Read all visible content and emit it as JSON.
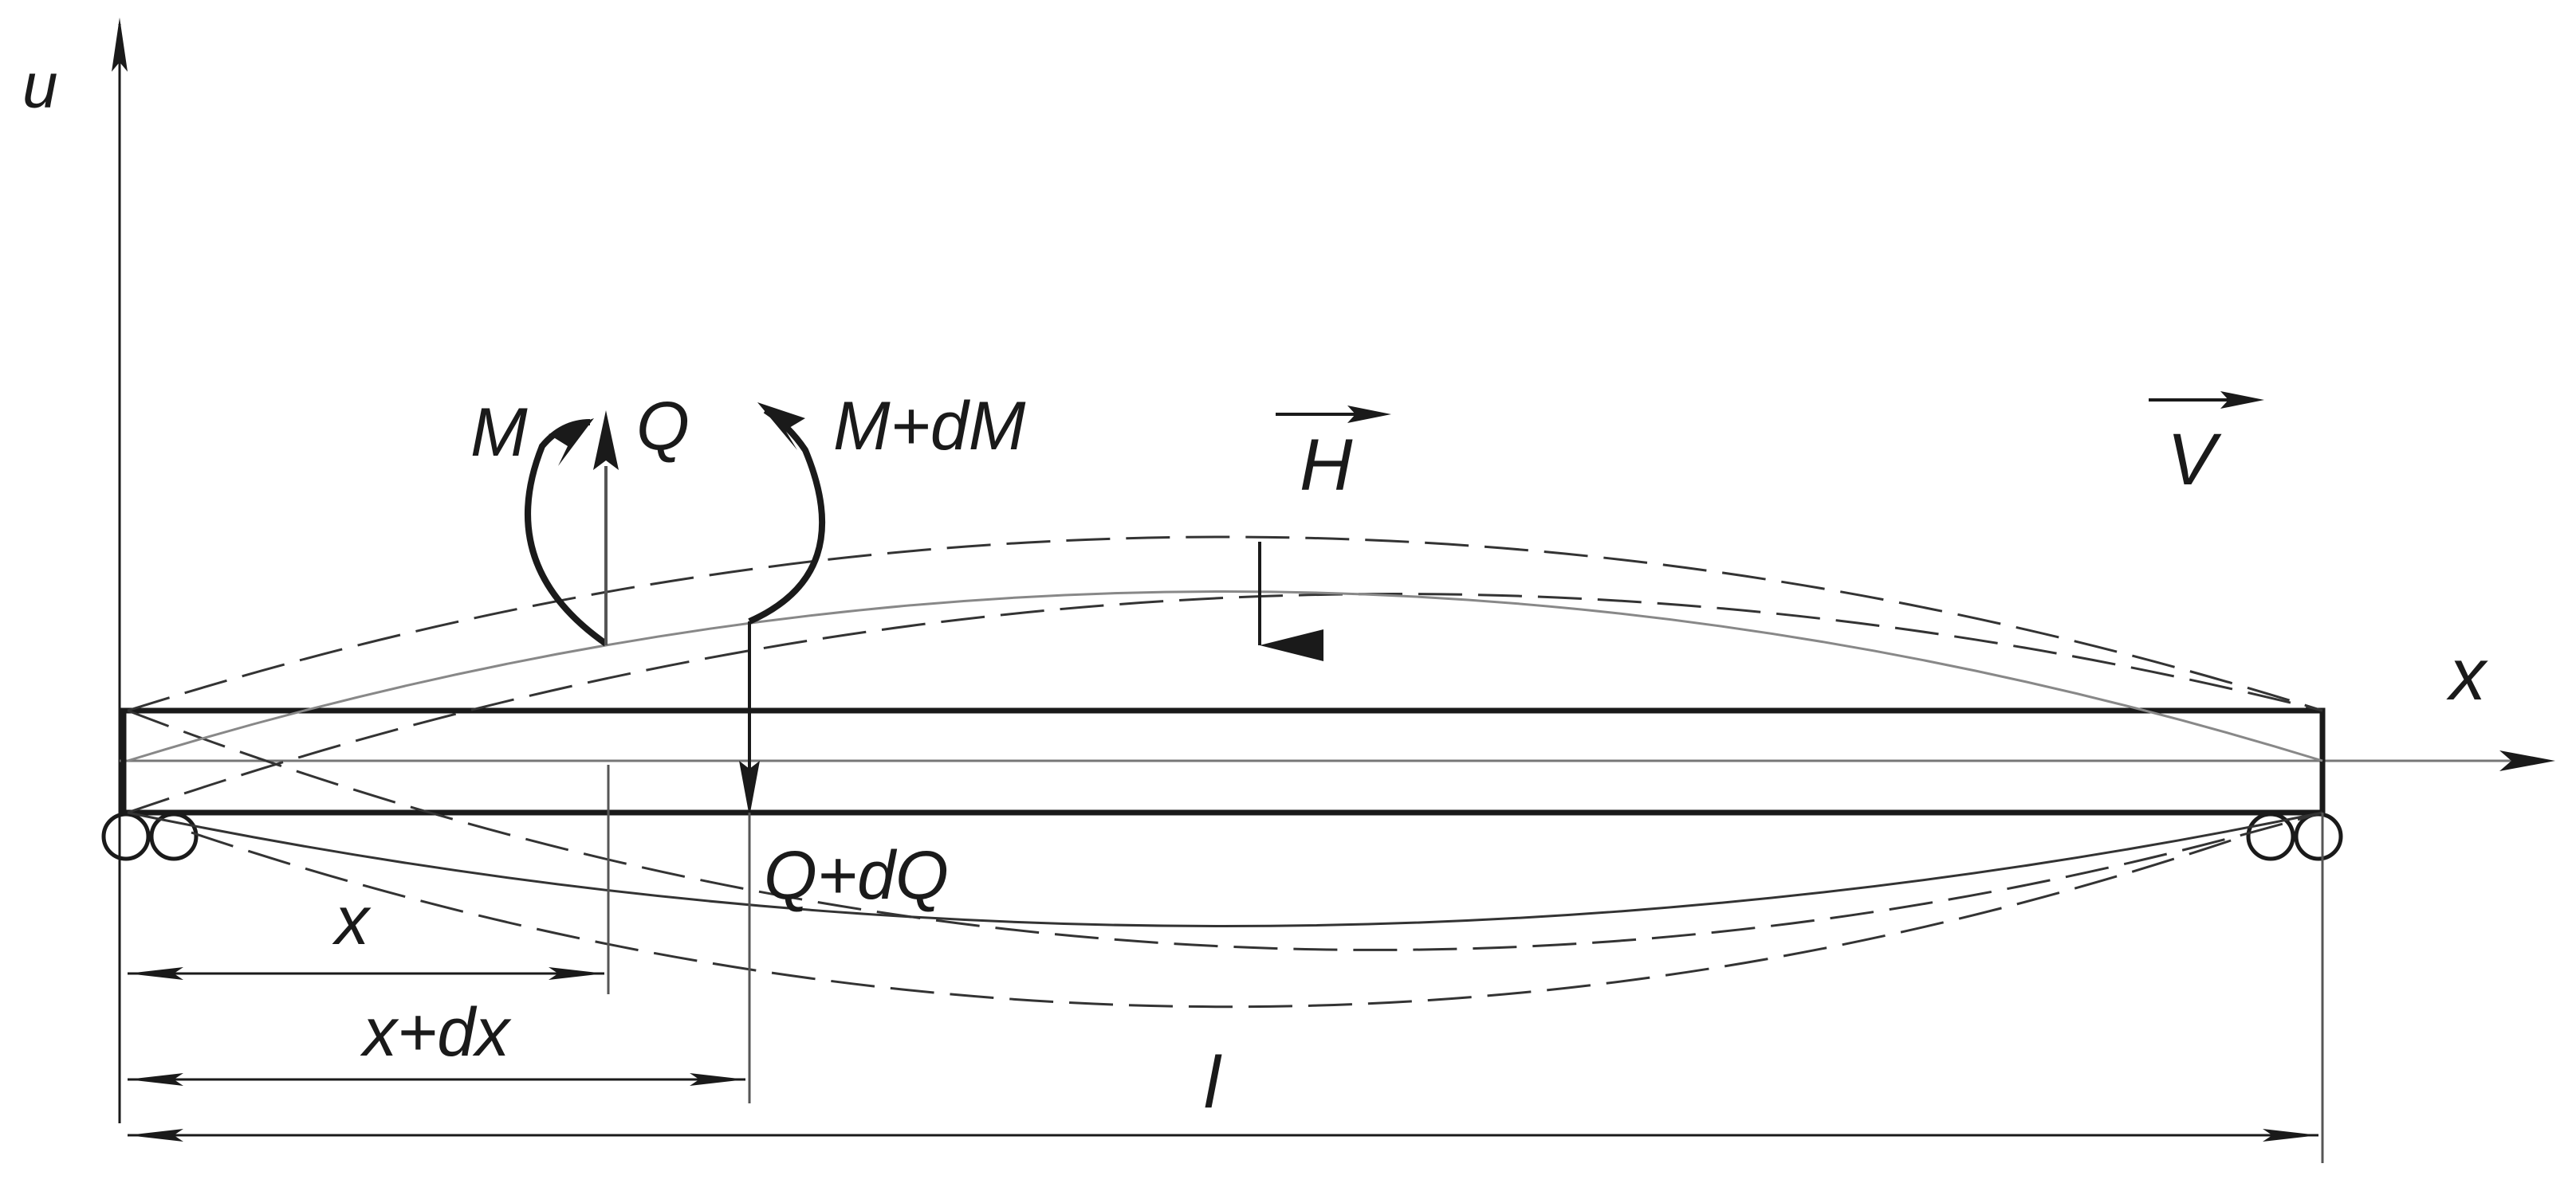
{
  "diagram": {
    "axes": {
      "vertical_label": "u",
      "horizontal_label": "x"
    },
    "labels": {
      "moment": "M",
      "shear": "Q",
      "moment_increment": "M+dM",
      "shear_increment": "Q+dQ",
      "force_h": "H",
      "velocity_v": "V",
      "position_x": "x",
      "position_x_dx": "x+dx",
      "length": "l"
    },
    "colors": {
      "ink": "#1a1a1a",
      "thin": "#555555",
      "background": "#ffffff"
    }
  }
}
